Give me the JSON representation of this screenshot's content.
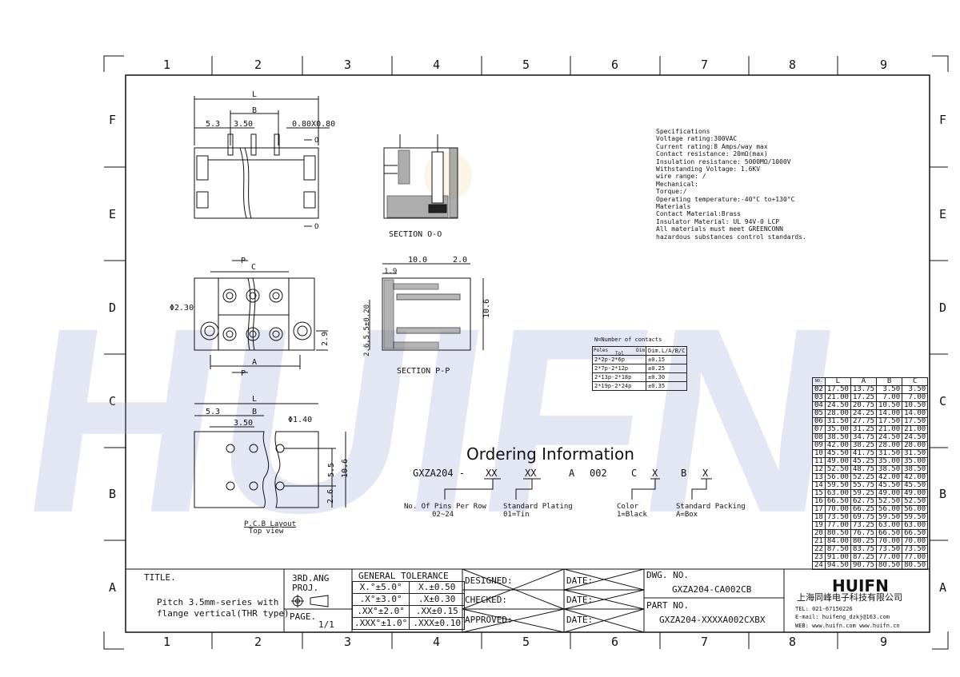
{
  "grid": {
    "columns": [
      "1",
      "2",
      "3",
      "4",
      "5",
      "6",
      "7",
      "8",
      "9"
    ],
    "rows": [
      "F",
      "E",
      "D",
      "C",
      "B",
      "A"
    ]
  },
  "colors": {
    "line": "#111111",
    "watermark": "#9aa9d6",
    "accent": "#f3d9a8"
  },
  "watermark": {
    "text": "HUIFN"
  },
  "views": {
    "section_oo": {
      "label": "SECTION O-O"
    },
    "section_pp": {
      "label": "SECTION P-P"
    },
    "pcb": {
      "label": "P.C.B Layout",
      "sublabel": "Top view"
    }
  },
  "dims": {
    "top_L": "L",
    "top_B": "B",
    "top_5_3": "5.3",
    "top_3_50": "3.50",
    "top_0_80": "0.80X0.80",
    "top_o1": "O",
    "top_o2": "O",
    "mid_P1": "P",
    "mid_C": "C",
    "mid_phi": "Φ2.30",
    "mid_29": "2.9",
    "mid_A": "A",
    "mid_P2": "P",
    "pp_10": "10.0",
    "pp_2": "2.0",
    "pp_19": "1.9",
    "pp_106": "10.6",
    "pp_left": "2.6,5.5±0.20",
    "pcb_L": "L",
    "pcb_5_3": "5.3",
    "pcb_B": "B",
    "pcb_3_50": "3.50",
    "pcb_phi": "Φ1.40",
    "pcb_55": "5.5",
    "pcb_106": "10.6",
    "pcb_26": "2.6"
  },
  "specs": {
    "lines": [
      "Specifications",
      "Voltage rating:300VAC",
      "Current rating:8 Amps/way max",
      "Contact resistance: 20mΩ(max)",
      "Insulation resistance: 5000MΩ/1000V",
      "Withstanding Voltage: 1.6KV",
      "wire range: /",
      "Mechanical:",
      "Torque:/",
      "Operating temperature:-40°C to+130°C",
      "Materials",
      "Contact Material:Brass",
      "Insulator Material: UL 94V-0 LCP",
      "All materials must meet GREENCONN",
      "hazardous substances control standards."
    ]
  },
  "tolerance_table": {
    "caption": "N=Number of contacts",
    "header": {
      "poles": "Poles",
      "tol": "Tol",
      "dim": "Dim",
      "value": "Dim.L/A/B/C"
    },
    "rows": [
      {
        "range": "2*2p-2*6p",
        "tol": "±0.15"
      },
      {
        "range": "2*7p-2*12p",
        "tol": "±0.25"
      },
      {
        "range": "2*13p-2*18p",
        "tol": "±0.30"
      },
      {
        "range": "2*19p-2*24p",
        "tol": "±0.35"
      }
    ]
  },
  "dim_table": {
    "header": [
      "L",
      "A",
      "B",
      "C"
    ],
    "corner": "NO.",
    "rows": [
      [
        "02",
        "17.50",
        "13.75",
        "3.50",
        "3.50"
      ],
      [
        "03",
        "21.00",
        "17.25",
        "7.00",
        "7.00"
      ],
      [
        "04",
        "24.50",
        "20.75",
        "10.50",
        "10.50"
      ],
      [
        "05",
        "28.00",
        "24.25",
        "14.00",
        "14.00"
      ],
      [
        "06",
        "31.50",
        "27.75",
        "17.50",
        "17.50"
      ],
      [
        "07",
        "35.00",
        "31.25",
        "21.00",
        "21.00"
      ],
      [
        "08",
        "38.50",
        "34.75",
        "24.50",
        "24.50"
      ],
      [
        "09",
        "42.00",
        "38.25",
        "28.00",
        "28.00"
      ],
      [
        "10",
        "45.50",
        "41.75",
        "31.50",
        "31.50"
      ],
      [
        "11",
        "49.00",
        "45.25",
        "35.00",
        "35.00"
      ],
      [
        "12",
        "52.50",
        "48.75",
        "38.50",
        "38.50"
      ],
      [
        "13",
        "56.00",
        "52.25",
        "42.00",
        "42.00"
      ],
      [
        "14",
        "59.50",
        "55.75",
        "45.50",
        "45.50"
      ],
      [
        "15",
        "63.00",
        "59.25",
        "49.00",
        "49.00"
      ],
      [
        "16",
        "66.50",
        "62.75",
        "52.50",
        "52.50"
      ],
      [
        "17",
        "70.00",
        "66.25",
        "56.00",
        "56.00"
      ],
      [
        "18",
        "73.50",
        "69.75",
        "59.50",
        "59.50"
      ],
      [
        "19",
        "77.00",
        "73.25",
        "63.00",
        "63.00"
      ],
      [
        "20",
        "80.50",
        "76.75",
        "66.50",
        "66.50"
      ],
      [
        "21",
        "84.00",
        "80.25",
        "70.00",
        "70.00"
      ],
      [
        "22",
        "87.50",
        "83.75",
        "73.50",
        "73.50"
      ],
      [
        "23",
        "91.00",
        "87.25",
        "77.00",
        "77.00"
      ],
      [
        "24",
        "94.50",
        "90.75",
        "80.50",
        "80.50"
      ]
    ]
  },
  "ordering": {
    "title": "Ordering Information",
    "code_prefix": "GXZA204 -",
    "seg1": "XX",
    "seg2": "XX",
    "seg3": "A",
    "seg4": "002",
    "seg5": "C",
    "seg6": "X",
    "seg7": "B",
    "seg8": "X",
    "notes": {
      "pins": "No. Of Pins Per Row",
      "pins_range": "02~24",
      "plating": "Standard Plating",
      "plating_opt": "01=Tin",
      "color": "Color",
      "color_opt": "1=Black",
      "packing": "Standard Packing",
      "packing_opt": "A=Box"
    }
  },
  "title_block": {
    "title_label": "TITLE.",
    "title_line1": "Pitch 3.5mm-series with",
    "title_line2": "flange vertical(THR type)",
    "proj_label1": "3RD.ANG",
    "proj_label2": "PROJ.",
    "page_label": "PAGE.",
    "page_value": "1/1",
    "gen_tol_header": "GENERAL TOLERANCE",
    "gen_tol": [
      [
        "X.°±5.0°",
        "X.±0.50"
      ],
      [
        ".X°±3.0°",
        ".X±0.30"
      ],
      [
        ".XX°±2.0°",
        ".XX±0.15"
      ],
      [
        ".XXX°±1.0°",
        ".XXX±0.10"
      ]
    ],
    "designed": "DESIGNED:",
    "checked": "CHECKED:",
    "approved": "APPROVED:",
    "date": "DATE:",
    "dwg_label": "DWG. NO.",
    "dwg_value": "GXZA204-CA002CB",
    "part_label": "PART NO.",
    "part_value": "GXZA204-XXXXA002CXBX",
    "company_logo": "HUIFN",
    "company_name": "上海同峰电子科技有限公司",
    "tel": "TEL: 021-67150226",
    "email": "E-mail: huifeng_dzkj@163.com",
    "web": "WEB: www.huifn.com   www.huifn.cn"
  }
}
